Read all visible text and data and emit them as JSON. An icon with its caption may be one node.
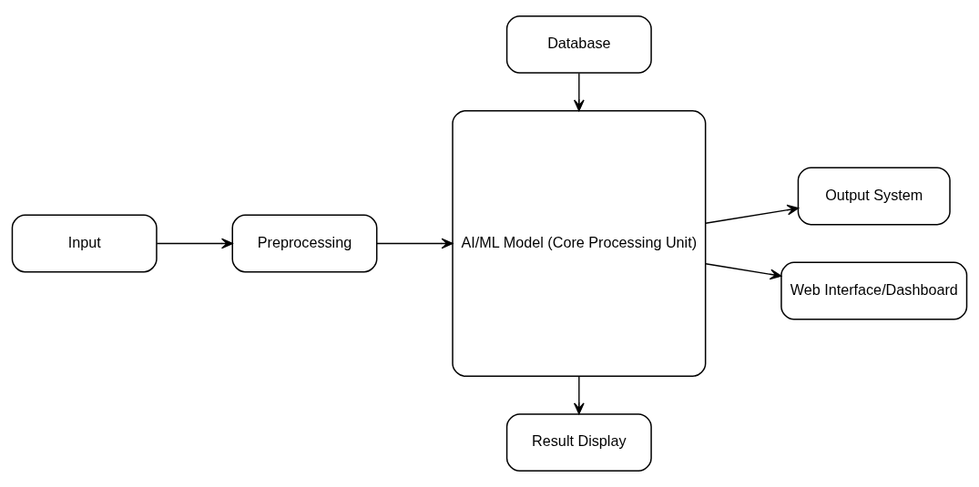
{
  "diagram": {
    "nodes": [
      {
        "text": [
          "Input"
        ]
      },
      {
        "text": [
          "Preprocessing"
        ]
      },
      {
        "text": [
          "AI/ML Model (Core Processing Unit)"
        ]
      },
      {
        "text": [
          "Result Display"
        ]
      },
      {
        "text": [
          "Output System"
        ]
      },
      {
        "text": [
          "Web Interface/Dashboard"
        ]
      },
      {
        "text": [
          "Database"
        ]
      }
    ],
    "edges": [
      {
        "from": 0,
        "to": 1,
        "arrow": "to"
      },
      {
        "from": 1,
        "to": 2,
        "arrow": "to"
      },
      {
        "from": 2,
        "to": 3,
        "arrow": "to"
      },
      {
        "from": 2,
        "to": 4,
        "arrow": "to"
      },
      {
        "from": 2,
        "to": 5,
        "arrow": "to"
      },
      {
        "from": 6,
        "to": 2,
        "arrow": "to"
      }
    ]
  }
}
